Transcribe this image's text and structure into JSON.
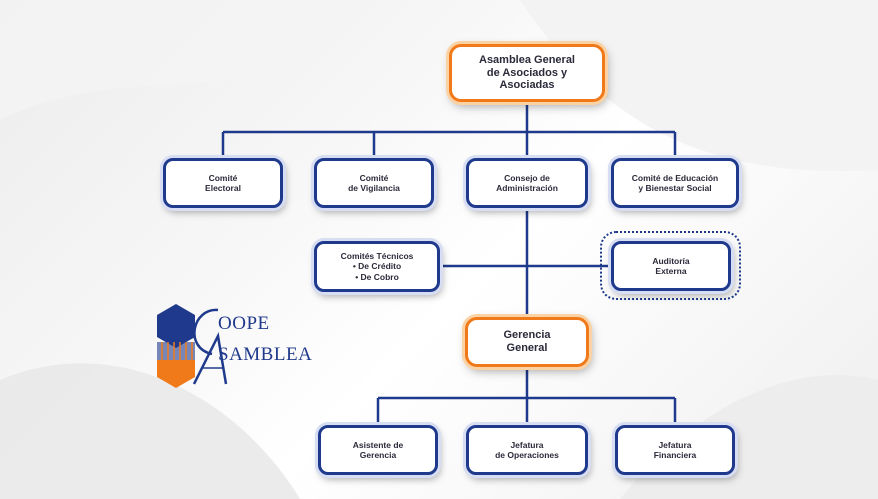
{
  "colors": {
    "navy": "#1f3a8c",
    "orange": "#f07a1a",
    "connector": "#1f3a8c"
  },
  "chart": {
    "nodes": [
      {
        "id": "asamblea",
        "label": "Asamblea General\nde Asociados y\nAsociadas",
        "style": "orange"
      },
      {
        "id": "comite-electoral",
        "label": "Comité\nElectoral",
        "style": "blue"
      },
      {
        "id": "comite-vigilancia",
        "label": "Comité\nde Vigilancia",
        "style": "blue"
      },
      {
        "id": "consejo-administracion",
        "label": "Consejo de\nAdministración",
        "style": "blue"
      },
      {
        "id": "comite-educacion",
        "label": "Comité de Educación\ny Bienestar Social",
        "style": "blue"
      },
      {
        "id": "comites-tecnicos",
        "label": "Comités Técnicos\n• De Crédito\n• De Cobro",
        "style": "blue"
      },
      {
        "id": "auditoria-externa",
        "label": "Auditoría\nExterna",
        "style": "blue",
        "border": "dotted"
      },
      {
        "id": "gerencia-general",
        "label": "Gerencia\nGeneral",
        "style": "orange"
      },
      {
        "id": "asistente-gerencia",
        "label": "Asistente de\nGerencia",
        "style": "blue"
      },
      {
        "id": "jefatura-operaciones",
        "label": "Jefatura\nde Operaciones",
        "style": "blue"
      },
      {
        "id": "jefatura-financiera",
        "label": "Jefatura\nFinanciera",
        "style": "blue"
      }
    ],
    "edges": [
      [
        "asamblea",
        "comite-electoral"
      ],
      [
        "asamblea",
        "comite-vigilancia"
      ],
      [
        "asamblea",
        "consejo-administracion"
      ],
      [
        "asamblea",
        "comite-educacion"
      ],
      [
        "consejo-administracion",
        "comites-tecnicos"
      ],
      [
        "consejo-administracion",
        "auditoria-externa"
      ],
      [
        "consejo-administracion",
        "gerencia-general"
      ],
      [
        "gerencia-general",
        "asistente-gerencia"
      ],
      [
        "gerencia-general",
        "jefatura-operaciones"
      ],
      [
        "gerencia-general",
        "jefatura-financiera"
      ]
    ]
  },
  "logo": {
    "line1": "OOPE",
    "line2": "SAMBLEA",
    "initials": "CA",
    "colors": [
      "#1f3a8c",
      "#f07a1a"
    ]
  }
}
